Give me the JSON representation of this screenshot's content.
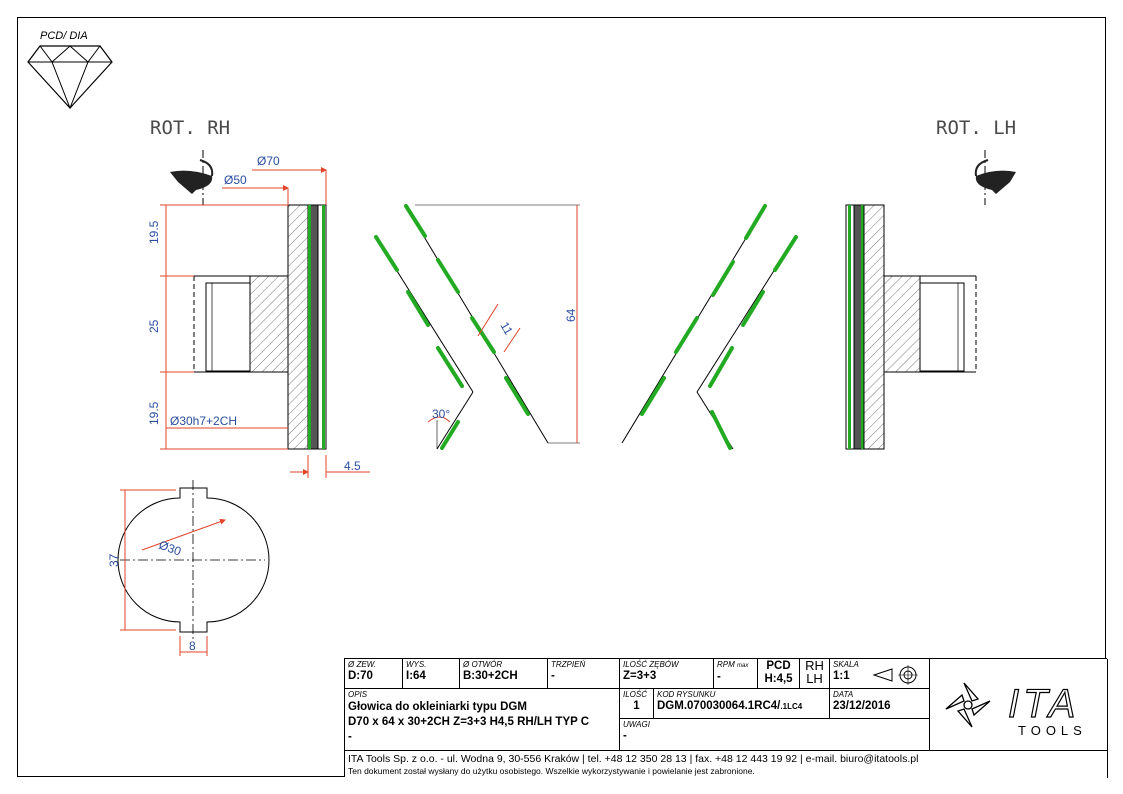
{
  "corner_label": "PCD/ DIA",
  "rotation": {
    "rh": "ROT. RH",
    "lh": "ROT. LH"
  },
  "dimensions": {
    "d70": "Ø70",
    "d50": "Ø50",
    "h_top": "19.5",
    "h_mid": "25",
    "h_bot": "19.5",
    "bore": "Ø30h7+2CH",
    "thick": "4.5",
    "height": "64",
    "tooth": "11",
    "angle": "30°",
    "hub": "37",
    "hub_d": "Ø30",
    "key": "8"
  },
  "title_block": {
    "outer_dia": {
      "label": "Ø ZEW.",
      "value": "D:70"
    },
    "height": {
      "label": "WYS.",
      "value": "I:64"
    },
    "bore": {
      "label": "Ø OTWÓR",
      "value": "B:30+2CH"
    },
    "shaft": {
      "label": "TRZPIEŃ",
      "value": "-"
    },
    "teeth": {
      "label": "ILOŚĆ ZĘBÓW",
      "value": "Z=3+3"
    },
    "rpm": {
      "label": "RPM",
      "label_sub": "max",
      "value": "-"
    },
    "pcd": {
      "label": "PCD",
      "value": "H:4,5"
    },
    "rotation": {
      "top": "RH",
      "bottom": "LH"
    },
    "scale": {
      "label": "SKALA",
      "value": "1:1"
    },
    "description": {
      "label": "OPIS",
      "line1": "Głowica do okleiniarki typu DGM",
      "line2": "D70 x 64 x 30+2CH Z=3+3 H4,5 RH/LH TYP C"
    },
    "quantity": {
      "label": "ILOŚĆ",
      "value": "1"
    },
    "drawing_code": {
      "label": "KOD RYSUNKU",
      "value": "DGM.070030064.1RC4/",
      "suffix": ".1LC4"
    },
    "date": {
      "label": "DATA",
      "value": "23/12/2016"
    },
    "notes": {
      "label": "UWAGI",
      "value": "-"
    },
    "dash": "-",
    "company_line": "ITA Tools Sp. z o.o. - ul. Wodna 9, 30-556 Kraków | tel. +48 12 350 28 13 | fax. +48 12 443 19 92 | e-mail. biuro@itatools.pl",
    "disclaimer": "Ten dokument został wysłany do użytku osobistego. Wszelkie wykorzystywanie i powielanie jest zabronione.",
    "logo_text": "ITA",
    "logo_sub": "TOOLS"
  },
  "colors": {
    "dimension": "#2b4ea1",
    "leader": "#e0452b",
    "insert": "#22aa22",
    "hatch": "#555555"
  }
}
